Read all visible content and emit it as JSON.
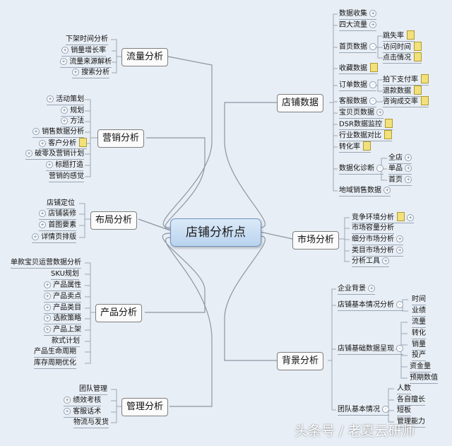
{
  "center": "店铺分析点",
  "left": {
    "traffic": {
      "title": "流量分析",
      "items": [
        "下架时间分析",
        "销量增长率",
        "流量来源解析",
        "搜索分析"
      ]
    },
    "marketing": {
      "title": "营销分析",
      "items": [
        "活动策划",
        "规划",
        "方法",
        "销售数据分析",
        "客户分析",
        "破零及营销计划",
        "标题打造",
        "营销的感觉"
      ]
    },
    "layout": {
      "title": "布局分析",
      "items": [
        "店铺定位",
        "店铺装修",
        "首图要素",
        "详情页排版"
      ]
    },
    "product": {
      "title": "产品分析",
      "items": [
        "单款宝贝运营数据分析",
        "SKU规划",
        "产品属性",
        "产品卖点",
        "产品类目",
        "选款策略",
        "产品上架",
        "款式计划",
        "产品生命周期",
        "库存周期优化"
      ]
    },
    "management": {
      "title": "管理分析",
      "items": [
        "团队管理",
        "绩效考核",
        "客服话术",
        "物流与发货"
      ]
    }
  },
  "right": {
    "store": {
      "title": "店铺数据",
      "items": [
        "数据收集",
        "四大流量",
        "首页数据",
        "收藏数据",
        "订单数据",
        "客服数据",
        "宝贝页数据",
        "DSR数据监控",
        "行业数据对比",
        "转化率",
        "数据化诊断",
        "地域销售数据"
      ],
      "homepage_sub": [
        "跳失率",
        "访问时间",
        "点击情况"
      ],
      "order_sub": [
        "拍下支付率",
        "退款数据"
      ],
      "service_sub": [
        "咨询成交率"
      ],
      "diagnosis_sub": [
        "全店",
        "单品",
        "首页"
      ]
    },
    "market": {
      "title": "市场分析",
      "items": [
        "竞争环境分析",
        "市场容量分析",
        "细分市场分析",
        "类目市场分析",
        "分析工具"
      ]
    },
    "background": {
      "title": "背景分析",
      "items": [
        "企业背景",
        "店铺基本情况分析",
        "店铺基础数据呈现",
        "团队基本情况"
      ],
      "basic_sub": [
        "时间",
        "业绩"
      ],
      "data_sub": [
        "流量",
        "转化",
        "销量",
        "投产",
        "资金量",
        "预期数值"
      ],
      "team_sub": [
        "人数",
        "各自擅长",
        "短板",
        "管理能力"
      ]
    }
  },
  "watermark": "头条号 / 老夏云研师",
  "colors": {
    "background": "#e8eef5",
    "center_fill": "#c7ddf3",
    "note": "#f2e07a"
  }
}
